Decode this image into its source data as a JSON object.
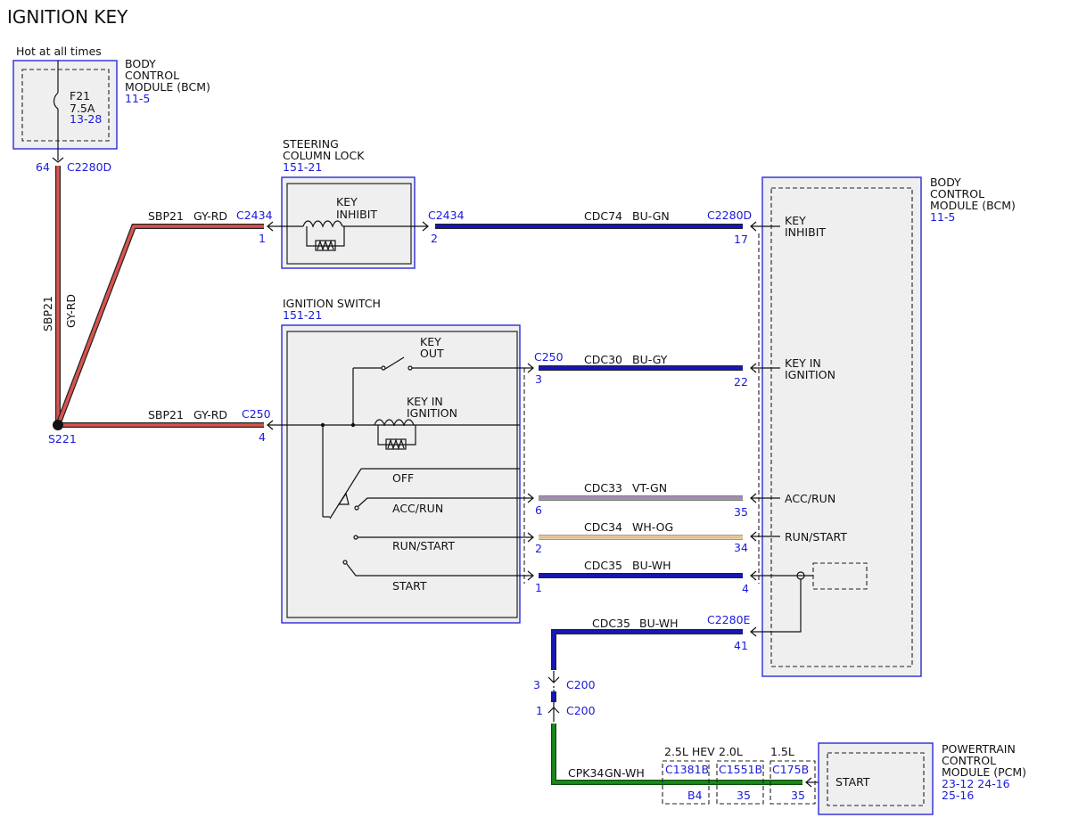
{
  "title": "IGNITION KEY",
  "hot_label": "Hot at all times",
  "bcm_top": {
    "l1": "BODY",
    "l2": "CONTROL",
    "l3": "MODULE (BCM)",
    "ref": "11-5"
  },
  "fuse": {
    "name": "F21",
    "rating": "7.5A",
    "ref": "13-28"
  },
  "c2280d_top": {
    "pin": "64",
    "name": "C2280D"
  },
  "vert_wire": {
    "circuit": "SBP21",
    "color": "GY-RD"
  },
  "splice": "S221",
  "scl": {
    "l1": "STEERING",
    "l2": "COLUMN LOCK",
    "ref": "151-21",
    "k1": "KEY",
    "k2": "INHIBIT"
  },
  "wire_scl": {
    "circuit": "SBP21",
    "color": "GY-RD",
    "conn": "C2434",
    "pin": "1"
  },
  "conn_scl_out": {
    "conn": "C2434",
    "pin": "2"
  },
  "cdc74": {
    "circuit": "CDC74",
    "color": "BU-GN",
    "conn": "C2280D",
    "pin": "17"
  },
  "bcm_right": {
    "l1": "BODY",
    "l2": "CONTROL",
    "l3": "MODULE (BCM)",
    "ref": "11-5"
  },
  "bcm_pins": {
    "key_inhibit_1": "KEY",
    "key_inhibit_2": "INHIBIT",
    "key_in_1": "KEY IN",
    "key_in_2": "IGNITION",
    "acc_run": "ACC/RUN",
    "run_start": "RUN/START"
  },
  "ign": {
    "l1": "IGNITION SWITCH",
    "ref": "151-21",
    "key_out_1": "KEY",
    "key_out_2": "OUT",
    "key_in_1": "KEY IN",
    "key_in_2": "IGNITION",
    "off": "OFF",
    "acc_run": "ACC/RUN",
    "run_start": "RUN/START",
    "start": "START"
  },
  "wire_ign": {
    "circuit": "SBP21",
    "color": "GY-RD",
    "conn": "C250",
    "pin": "4"
  },
  "cdc30": {
    "conn": "C250",
    "pin_l": "3",
    "circuit": "CDC30",
    "color": "BU-GY",
    "pin_r": "22"
  },
  "cdc33": {
    "pin_l": "6",
    "circuit": "CDC33",
    "color": "VT-GN",
    "pin_r": "35"
  },
  "cdc34": {
    "pin_l": "2",
    "circuit": "CDC34",
    "color": "WH-OG",
    "pin_r": "34"
  },
  "cdc35": {
    "pin_l": "1",
    "circuit": "CDC35",
    "color": "BU-WH",
    "pin_r": "4"
  },
  "cdc35b": {
    "circuit": "CDC35",
    "color": "BU-WH",
    "conn": "C2280E",
    "pin": "41"
  },
  "c200a": {
    "pin": "3",
    "conn": "C200"
  },
  "c200b": {
    "pin": "1",
    "conn": "C200"
  },
  "cpk34": {
    "circuit": "CPK34",
    "color": "GN-WH"
  },
  "pcm_conns": [
    {
      "variant": "2.5L HEV",
      "conn": "C1381B",
      "pin": "B4"
    },
    {
      "variant": "2.0L",
      "conn": "C1551B",
      "pin": "35"
    },
    {
      "variant": "1.5L",
      "conn": "C175B",
      "pin": "35"
    }
  ],
  "pcm": {
    "l1": "POWERTRAIN",
    "l2": "CONTROL",
    "l3": "MODULE (PCM)",
    "ref1": "23-12 24-16",
    "ref2": "25-16",
    "start": "START"
  },
  "colors": {
    "gy_rd_outer": "#2e2e2e",
    "gy_rd_inner": "#d9534f",
    "bu": "#1414c8",
    "vt_gn": "#b36ad1",
    "wh_og": "#f0a63c",
    "gn_wh": "#1c8a1c",
    "module_border": "#2b2bd8"
  }
}
